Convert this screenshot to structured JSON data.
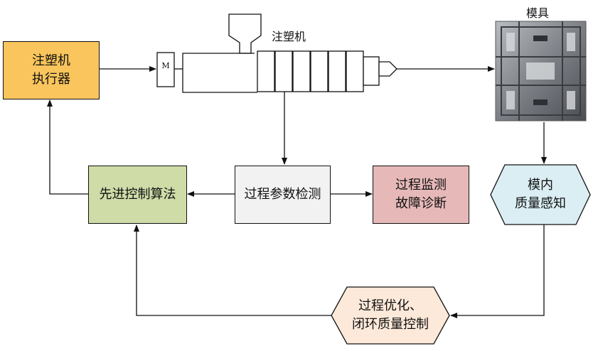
{
  "machine": {
    "title": "注塑机",
    "motor_label": "M"
  },
  "mold": {
    "title": "模具"
  },
  "actuator": {
    "line1": "注塑机",
    "line2": "执行器",
    "color": "#F9C55C"
  },
  "controller": {
    "label": "先进控制算法",
    "color": "#CFDCA8"
  },
  "detection": {
    "label": "过程参数检测",
    "color": "#F2F2F2"
  },
  "monitor": {
    "line1": "过程监测",
    "line2": "故障诊断",
    "color": "#E6B9B8"
  },
  "sensing": {
    "line1": "模内",
    "line2": "质量感知",
    "color": "#DAEEF3"
  },
  "optimization": {
    "line1": "过程优化、",
    "line2": "闭环质量控制",
    "color": "#FDE9D9"
  }
}
